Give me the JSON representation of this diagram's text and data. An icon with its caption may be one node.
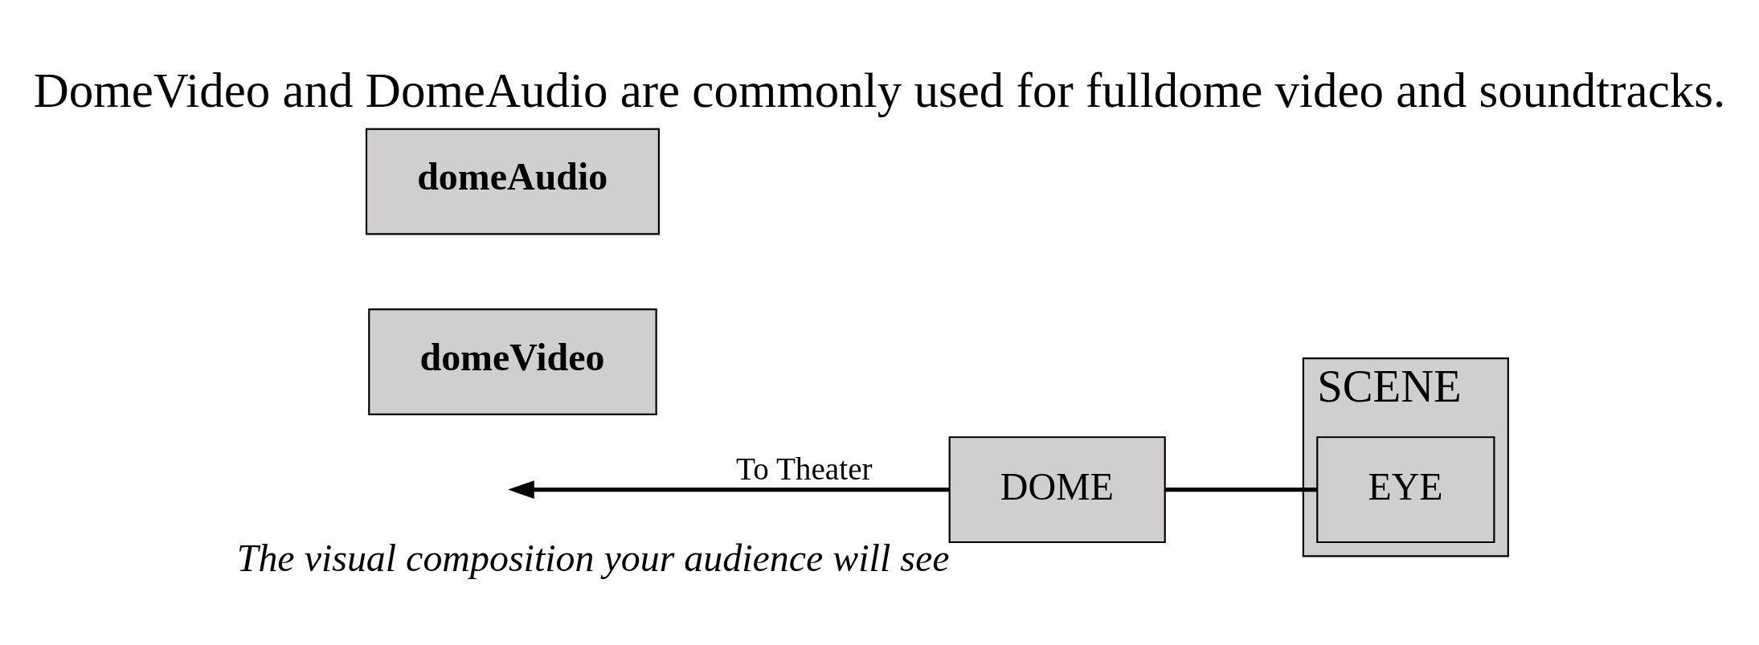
{
  "diagram": {
    "title": "DomeVideo and DomeAudio are commonly used for fulldome video and soundtracks.",
    "nodes": [
      {
        "text": [
          "SCENE"
        ]
      },
      {
        "text": [
          "EYE"
        ],
        "in": 0
      },
      {
        "text": [
          "DOME"
        ],
        "beside": [
          "The visual composition your audience will see"
        ]
      },
      {
        "text": [
          "domeVideo"
        ]
      },
      {
        "text": [
          "domeAudio"
        ]
      }
    ],
    "edges": [
      {
        "from": 2,
        "to": null,
        "arrow": "to",
        "label": "To Theater"
      },
      {
        "from": 2,
        "to": 1,
        "arrow": "none"
      }
    ]
  }
}
